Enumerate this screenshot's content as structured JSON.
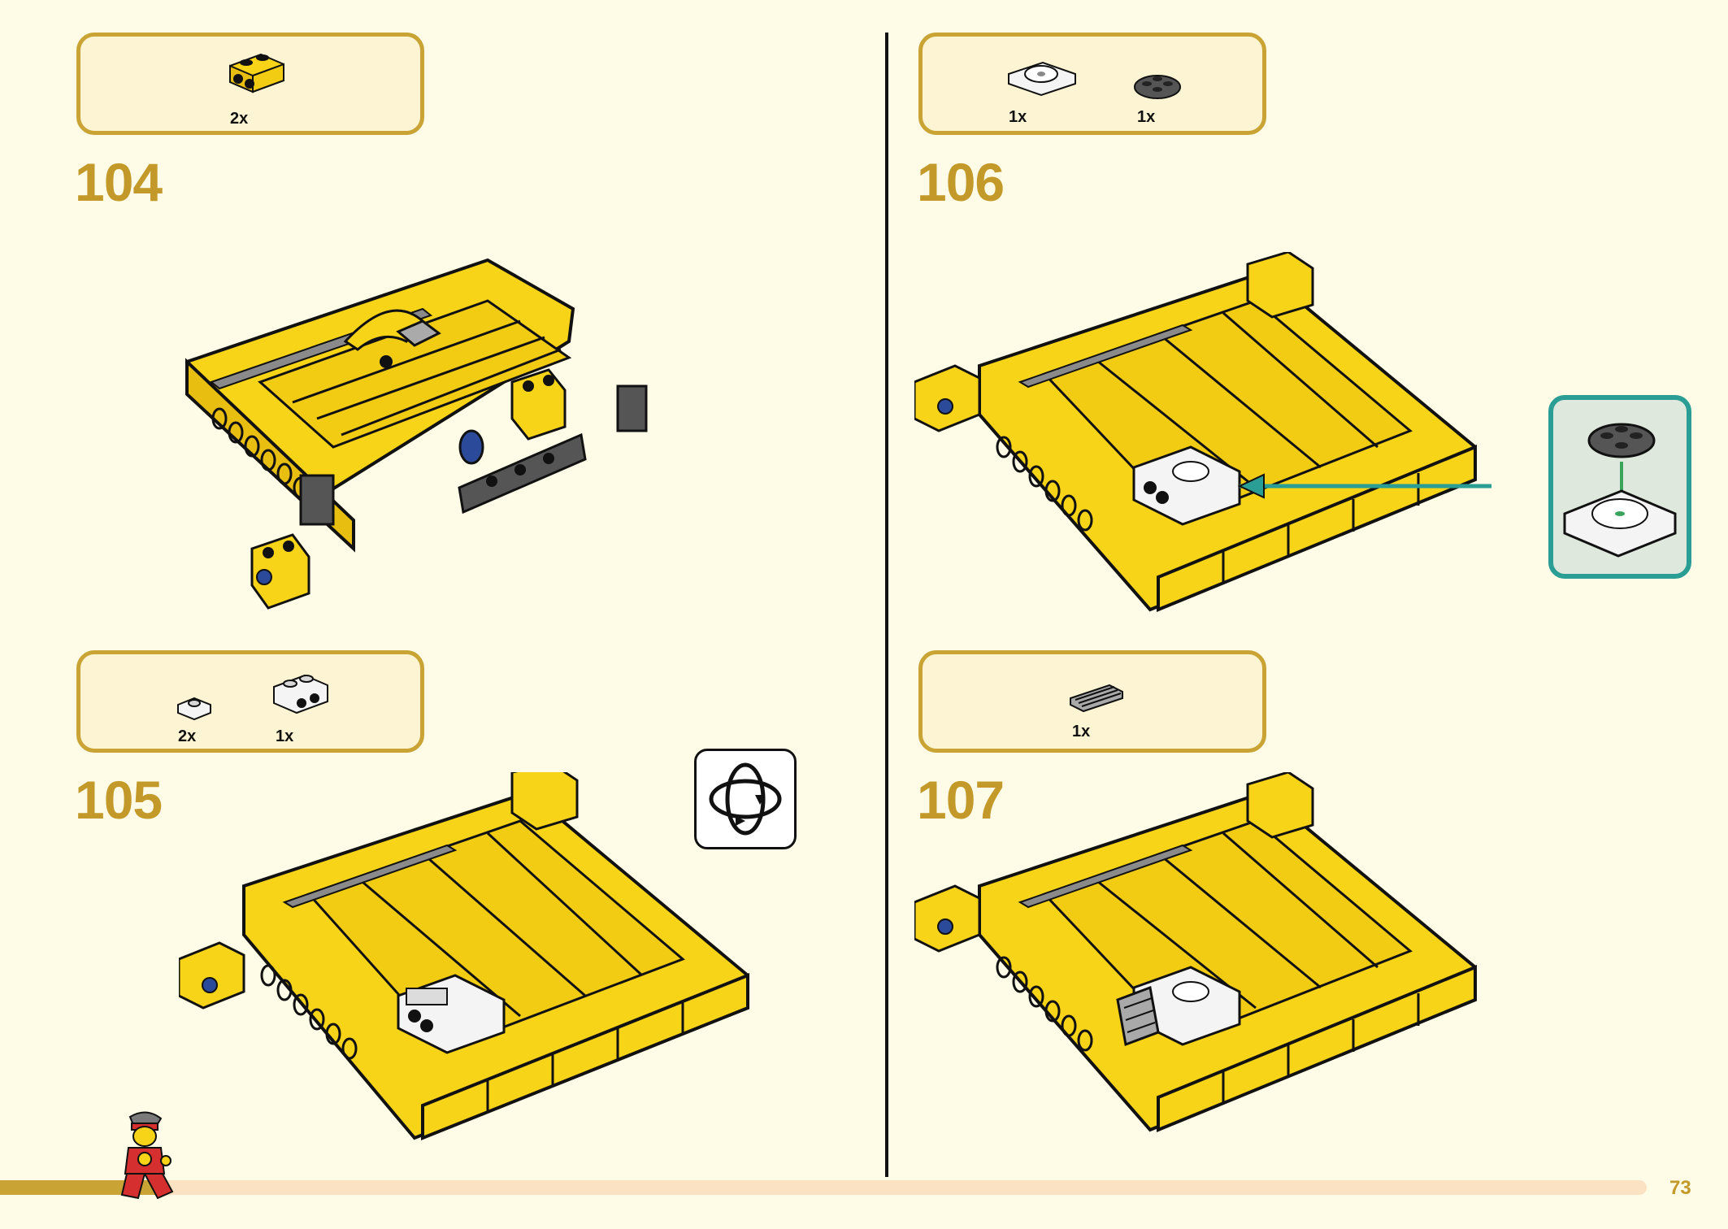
{
  "page": {
    "number": "73"
  },
  "colors": {
    "accent": "#c39a2a",
    "box_border": "#c9a434",
    "box_fill": "#fdf4d3",
    "callout": "#2a9d95",
    "brick_yellow": "#f7d417",
    "background": "#fefbe6"
  },
  "steps": [
    {
      "number": "104",
      "parts": [
        {
          "icon": "yellow-technic-brick-1x2-icon",
          "qty": "2x"
        }
      ]
    },
    {
      "number": "105",
      "parts": [
        {
          "icon": "white-plate-1x1-icon",
          "qty": "2x"
        },
        {
          "icon": "white-technic-brick-1x2-icon",
          "qty": "1x"
        }
      ]
    },
    {
      "number": "106",
      "parts": [
        {
          "icon": "white-turntable-base-icon",
          "qty": "1x"
        },
        {
          "icon": "black-round-plate-icon",
          "qty": "1x"
        }
      ]
    },
    {
      "number": "107",
      "parts": [
        {
          "icon": "gray-grille-tile-icon",
          "qty": "1x"
        }
      ]
    }
  ],
  "rotate_icon": "rotate-model-icon",
  "mascot": "minifigure-runner-icon"
}
